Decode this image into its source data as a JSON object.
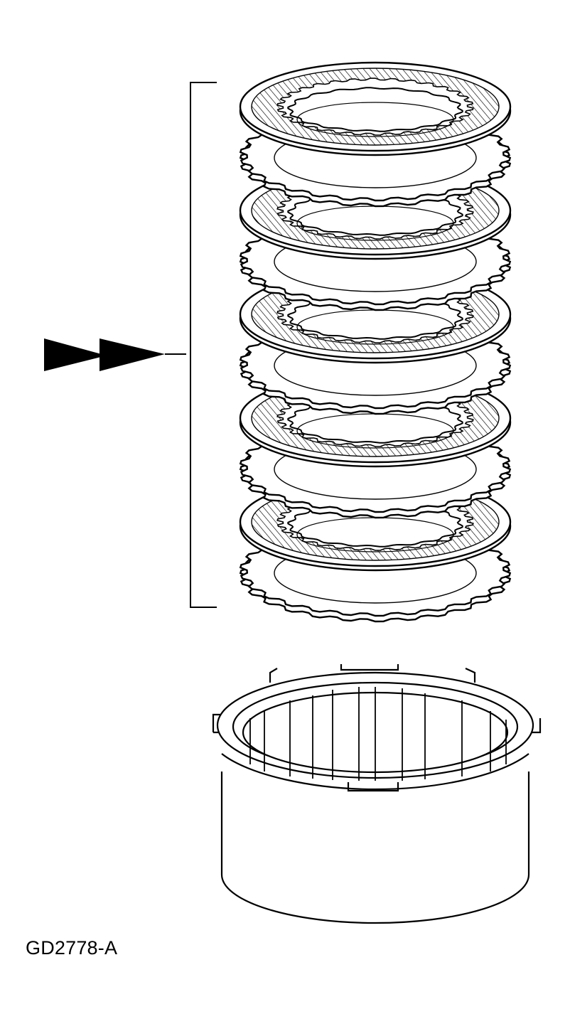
{
  "diagram": {
    "id_label": "GD2778-A",
    "line_color": "#000000",
    "background": "#ffffff",
    "pointer": "double-arrow-right",
    "clutch_pack": {
      "friction_plates": 5,
      "steel_plates": 5
    },
    "drum": "clutch-drum"
  }
}
